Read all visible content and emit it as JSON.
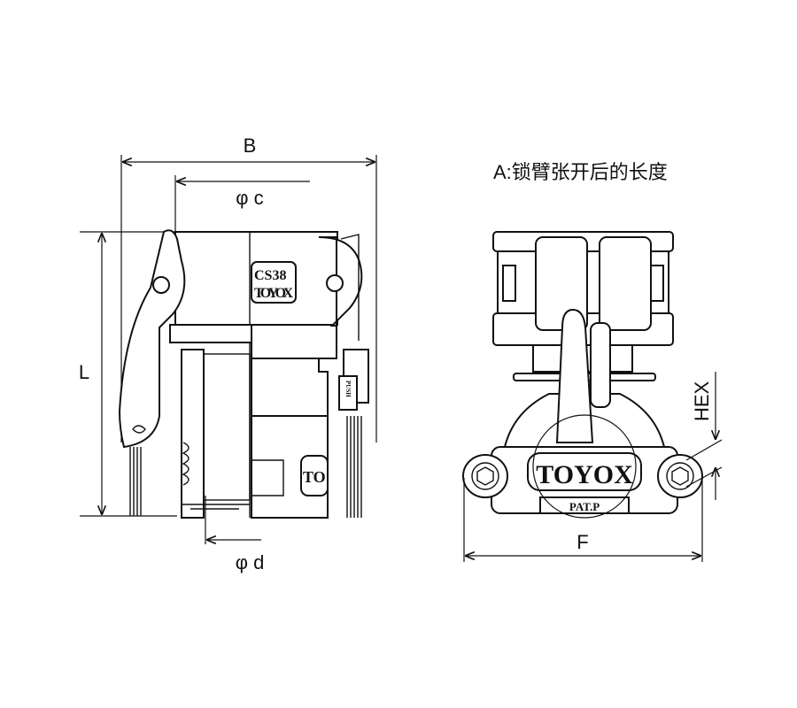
{
  "dimensions": {
    "B": "B",
    "phi_c": "φ c",
    "L": "L",
    "phi_d": "φ d",
    "HEX": "HEX",
    "F": "F"
  },
  "note": "A:锁臂张开后的长度",
  "markings": {
    "model": "CS38",
    "brand": "TOYOX",
    "brand_partial": "TO",
    "push": "PUSH",
    "patent": "PAT.P"
  }
}
